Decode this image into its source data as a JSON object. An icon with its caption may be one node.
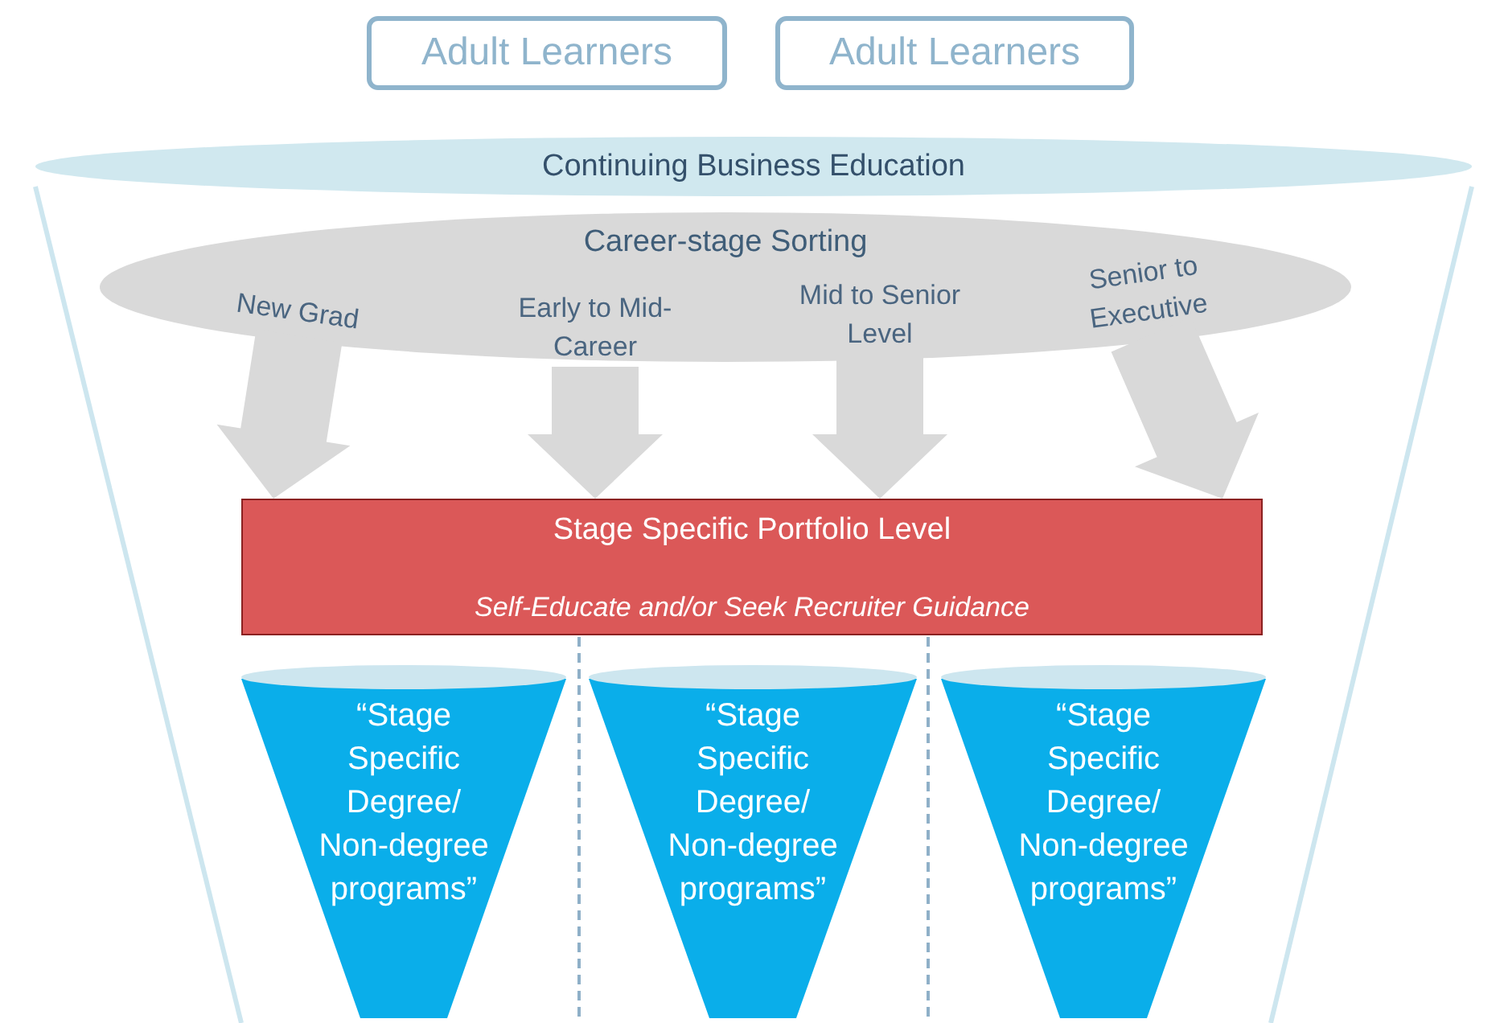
{
  "diagram": {
    "nodes": [
      {
        "text": [
          "Adult Learners"
        ]
      },
      {
        "text": [
          "Adult Learners"
        ]
      },
      {
        "text": [
          "Continuing Business Education"
        ]
      },
      {
        "text": [
          "Career-stage Sorting"
        ]
      },
      {
        "text": [
          "New Grad"
        ],
        "in": 3
      },
      {
        "text": [
          "Early to Mid-Career"
        ],
        "in": 3
      },
      {
        "text": [
          "Mid to Senior Level"
        ],
        "in": 3
      },
      {
        "text": [
          "Senior to Executive"
        ],
        "in": 3
      },
      {
        "text": [
          "Stage Specific Portfolio Level",
          "Self-Educate and/or Seek Recruiter Guidance"
        ]
      },
      {
        "text": [
          "“Stage Specific Degree/ Non-degree programs”"
        ]
      },
      {
        "text": [
          "“Stage Specific Degree/ Non-degree programs”"
        ]
      },
      {
        "text": [
          "“Stage Specific Degree/ Non-degree programs”"
        ]
      }
    ],
    "edges": [
      {
        "from": 4,
        "to": 8,
        "arrow": "to",
        "style": "thick"
      },
      {
        "from": 5,
        "to": 8,
        "arrow": "to",
        "style": "thick"
      },
      {
        "from": 6,
        "to": 8,
        "arrow": "to",
        "style": "thick"
      },
      {
        "from": 7,
        "to": 8,
        "arrow": "to",
        "style": "thick"
      }
    ]
  }
}
